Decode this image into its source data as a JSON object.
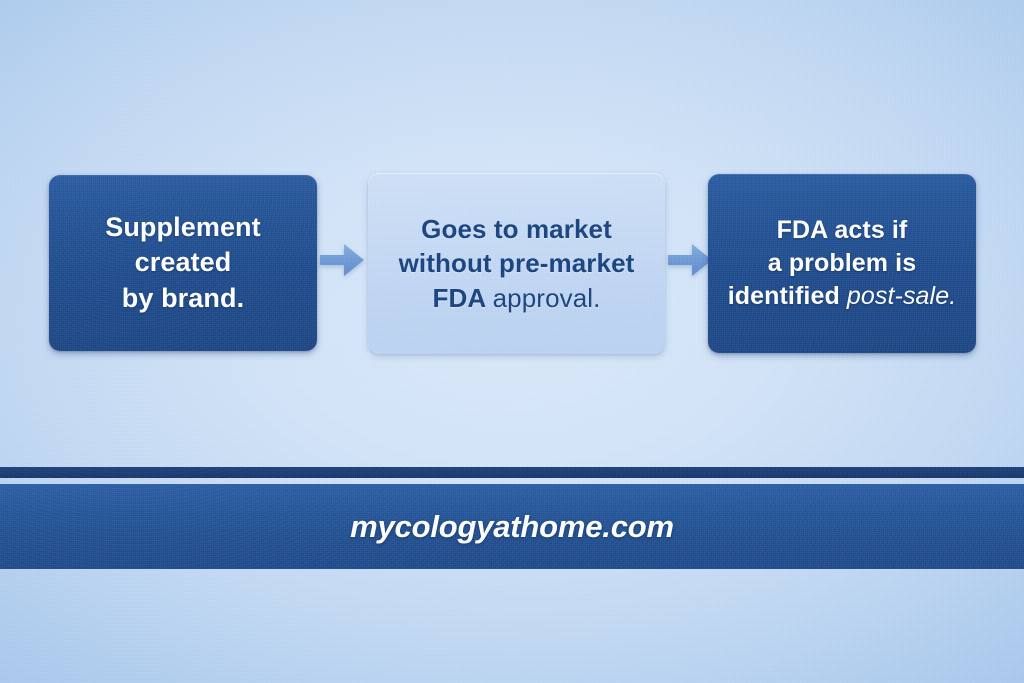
{
  "graphic": {
    "type": "process-flow-diagram",
    "background_color": "#c8dcf5",
    "accent_dark": "#1e4b8c",
    "accent_light": "#c7dbf6",
    "arrow_color": "#6e9bd8",
    "steps": [
      {
        "id": "step-1",
        "style": "dark",
        "lines": [
          {
            "text": "Supplement",
            "emphasis": "bold"
          },
          {
            "text": "created",
            "emphasis": "bold"
          },
          {
            "text": "by brand.",
            "emphasis": "bold"
          }
        ],
        "plain_text": "Supplement created by brand."
      },
      {
        "id": "step-2",
        "style": "light",
        "lines": [
          {
            "text": "Goes to market",
            "emphasis": "bold"
          },
          {
            "text": "without pre-market",
            "emphasis": "bold"
          },
          {
            "text": "FDA approval.",
            "emphasis": "mixed",
            "bold_part": "FDA",
            "regular_part": "approval."
          }
        ],
        "plain_text": "Goes to market without pre-market FDA approval."
      },
      {
        "id": "step-3",
        "style": "dark",
        "lines": [
          {
            "text": "FDA acts if",
            "emphasis": "bold"
          },
          {
            "text": "a problem is",
            "emphasis": "bold"
          },
          {
            "text": "identified post-sale.",
            "emphasis": "mixed",
            "bold_part": "identified",
            "italic_part": "post-sale."
          }
        ],
        "plain_text": "FDA acts if a problem is identified post-sale."
      }
    ],
    "arrows": [
      {
        "id": "arrow-1",
        "direction": "right",
        "from": "step-1",
        "to": "step-2"
      },
      {
        "id": "arrow-2",
        "direction": "right",
        "from": "step-2",
        "to": "step-3"
      }
    ]
  },
  "footer": {
    "website": "mycologyathome.com",
    "band_color": "#245699",
    "rule_color": "#1a3b74"
  }
}
